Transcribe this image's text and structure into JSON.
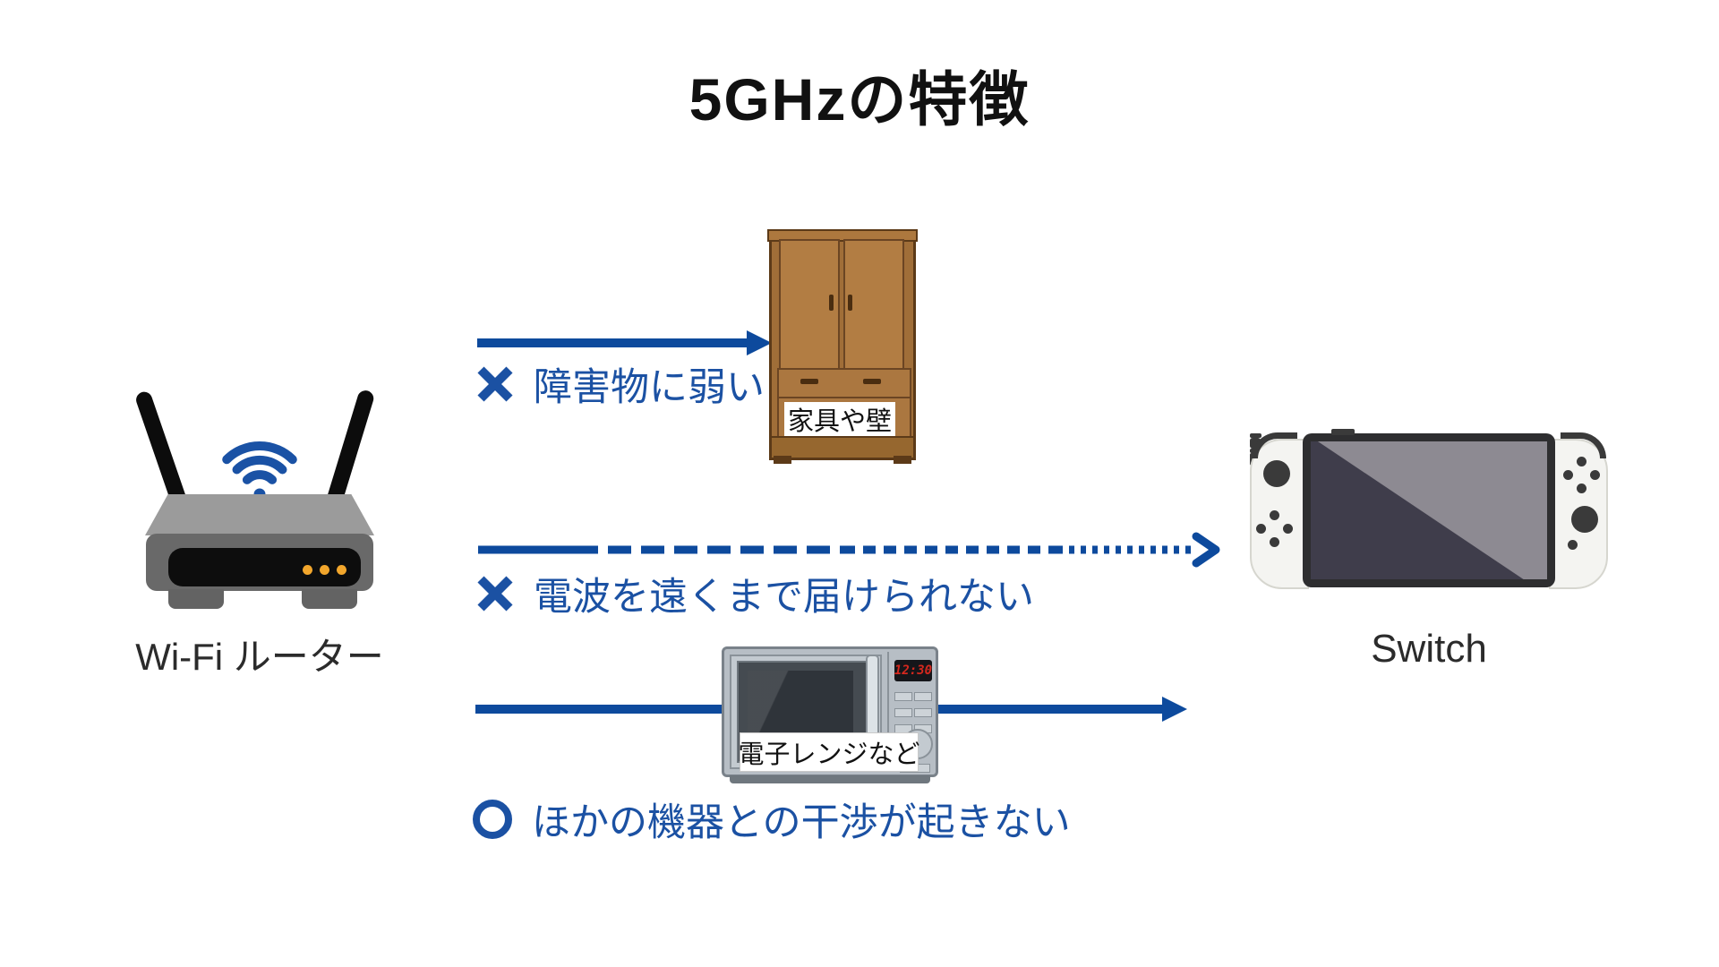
{
  "title": "5GHzの特徴",
  "router": {
    "label": "Wi-Fi ルーター"
  },
  "switch_console": {
    "label": "Switch"
  },
  "obstacle": {
    "tag": "家具や壁"
  },
  "microwave": {
    "tag": "電子レンジなど",
    "display_time": "12:30"
  },
  "captions": [
    {
      "mark": "cross",
      "text": "障害物に弱い"
    },
    {
      "mark": "cross",
      "text": "電波を遠くまで届けられない"
    },
    {
      "mark": "circle",
      "text": "ほかの機器との干渉が起きない"
    }
  ],
  "arrows": [
    {
      "style": "solid-short"
    },
    {
      "style": "fading-dashed"
    },
    {
      "style": "solid-long"
    }
  ],
  "colors": {
    "arrow_blue": "#0d4a9d",
    "caption_blue": "#1b51a3",
    "wifi_blue": "#1a52a5",
    "led_orange": "#f2a62c",
    "wood_brown": "#a06e38",
    "display_red": "#d5281e"
  }
}
